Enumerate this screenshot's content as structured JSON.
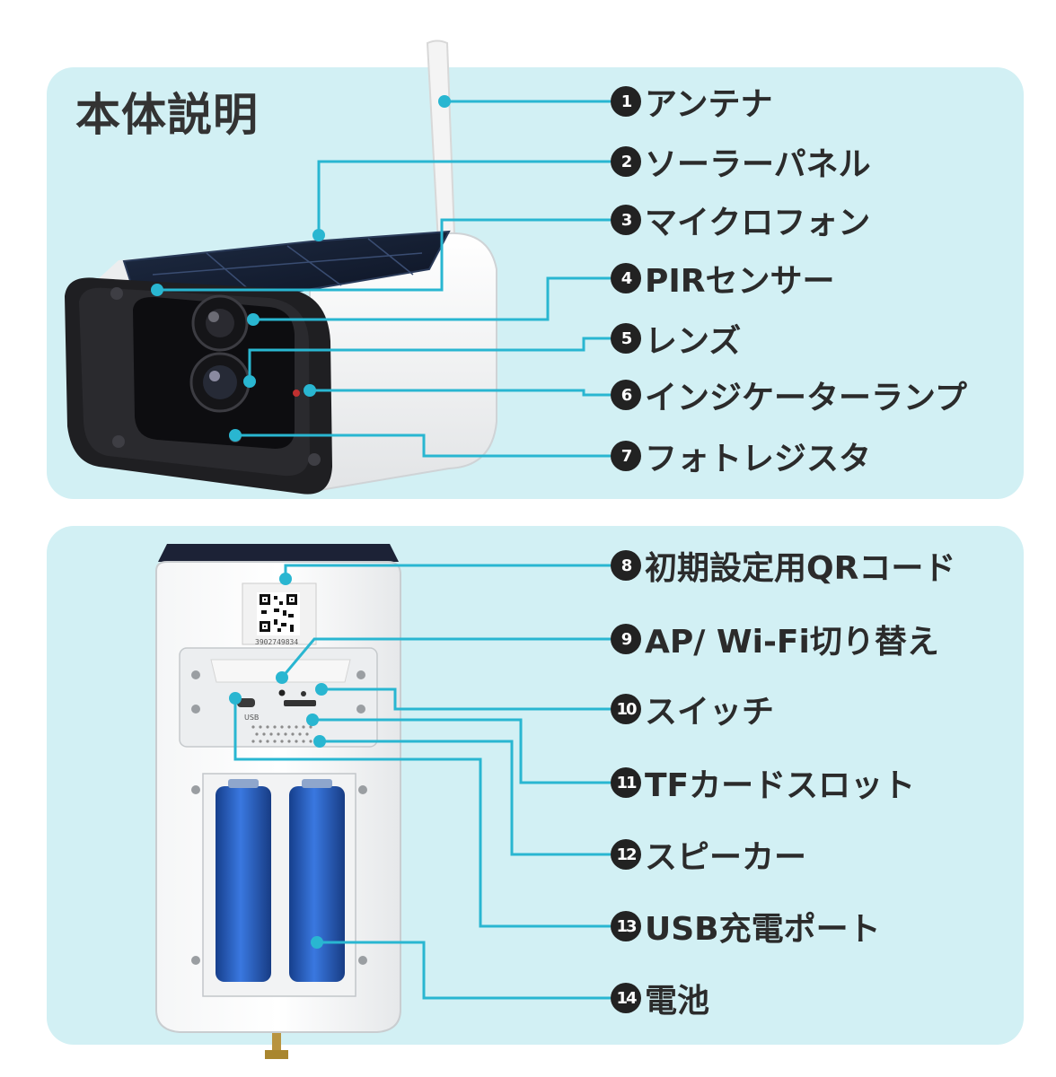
{
  "title": "本体説明",
  "callouts": [
    {
      "num": "1",
      "text": "アンテナ"
    },
    {
      "num": "2",
      "text": "ソーラーパネル"
    },
    {
      "num": "3",
      "text": "マイクロフォン"
    },
    {
      "num": "4",
      "text": "PIRセンサー"
    },
    {
      "num": "5",
      "text": "レンズ"
    },
    {
      "num": "6",
      "text": "インジケーターランプ"
    },
    {
      "num": "7",
      "text": "フォトレジスタ"
    },
    {
      "num": "8",
      "text": "初期設定用QRコード"
    },
    {
      "num": "9",
      "text": "AP/ Wi-Fi切り替え"
    },
    {
      "num": "10",
      "text": "スイッチ"
    },
    {
      "num": "11",
      "text": "TFカードスロット"
    },
    {
      "num": "12",
      "text": "スピーカー"
    },
    {
      "num": "13",
      "text": "USB充電ポート"
    },
    {
      "num": "14",
      "text": "電池"
    }
  ],
  "qr_serial": "3902749834",
  "usb_label": "USB",
  "colors": {
    "panel_bg": "#d2f0f4",
    "leader_line": "#29b6d1",
    "badge": "#222222",
    "battery": "#2a5fc0"
  }
}
